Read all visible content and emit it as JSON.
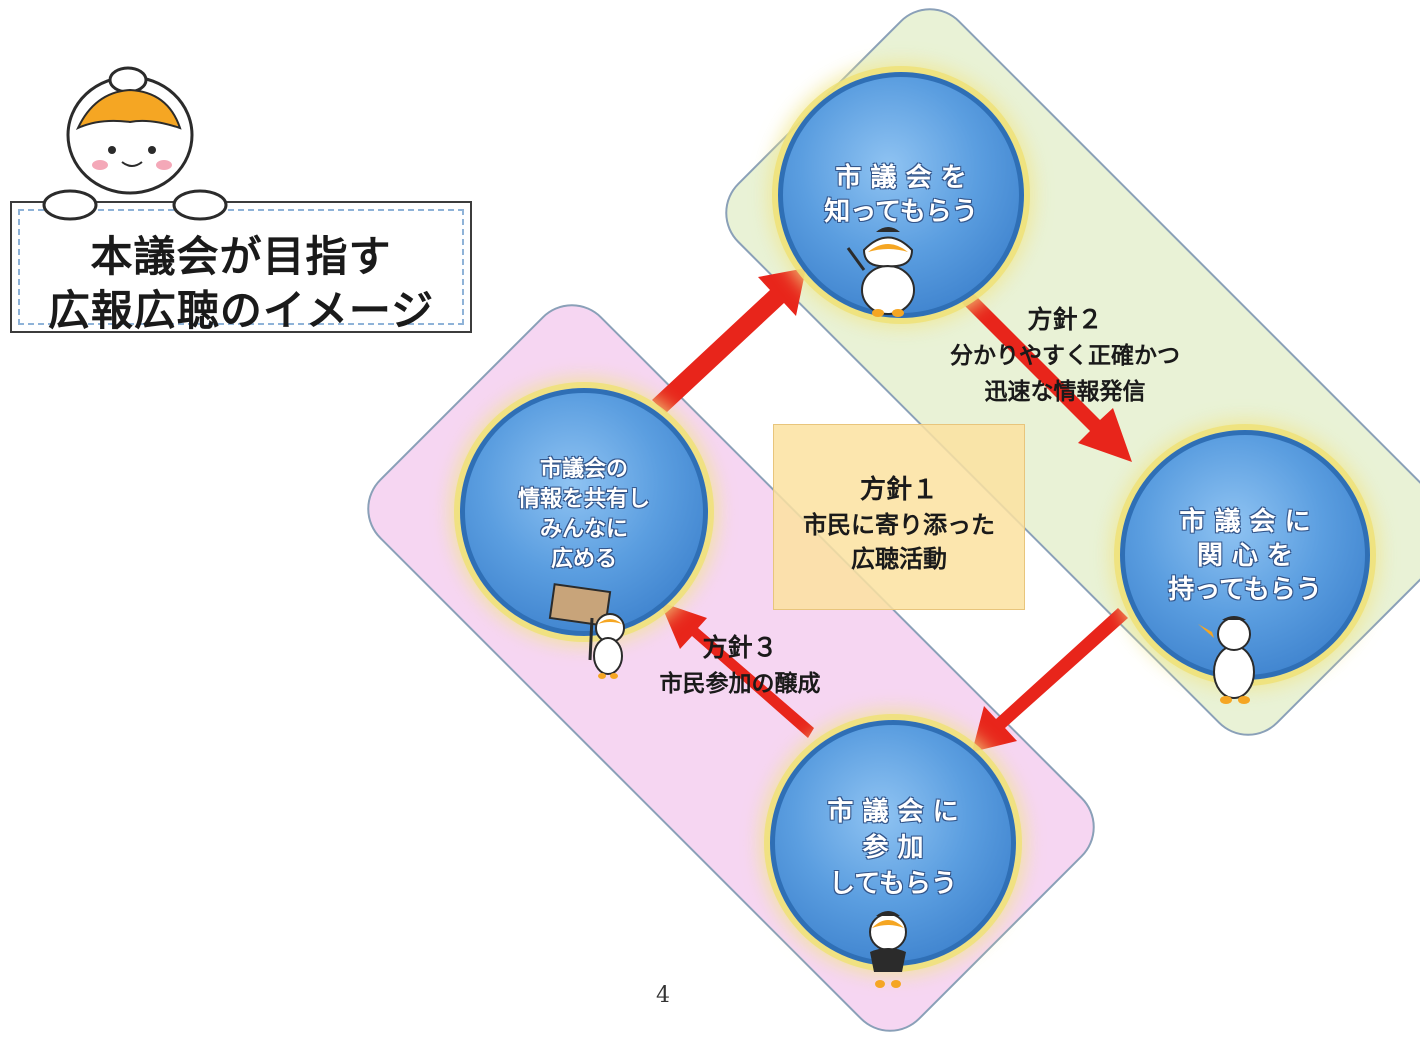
{
  "title": {
    "line1": "本議会が目指す",
    "line2": "広報広聴のイメージ"
  },
  "circles": {
    "top": {
      "line1": "市 議 会 を",
      "line2": "知ってもらう"
    },
    "right": {
      "line1": "市 議 会 に",
      "line2": "関 心 を",
      "line3": "持ってもらう"
    },
    "bottom": {
      "line1": "市 議 会 に",
      "line2": "参 加",
      "line3": "してもらう"
    },
    "left": {
      "line1": "市議会の",
      "line2": "情報を共有し",
      "line3": "みんなに",
      "line4": "広める"
    }
  },
  "policies": {
    "policy1": {
      "label": "方針１",
      "line1": "市民に寄り添った",
      "line2": "広聴活動"
    },
    "policy2": {
      "label": "方針２",
      "line1": "分かりやすく正確かつ",
      "line2": "迅速な情報発信"
    },
    "policy3": {
      "label": "方針３",
      "line1": "市民参加の醸成"
    }
  },
  "page_number": "4",
  "colors": {
    "arrow": "#e8251b",
    "circle": "#4a8fd6",
    "green_band": "#e9f2d6",
    "pink_band": "#f6d6f2",
    "center_box": "#fce2a0",
    "mascot_hair": "#f5a623"
  },
  "icons": [
    "mascot-icon",
    "mascot-waving-icon",
    "mascot-sign-icon",
    "mascot-walking-icon"
  ]
}
